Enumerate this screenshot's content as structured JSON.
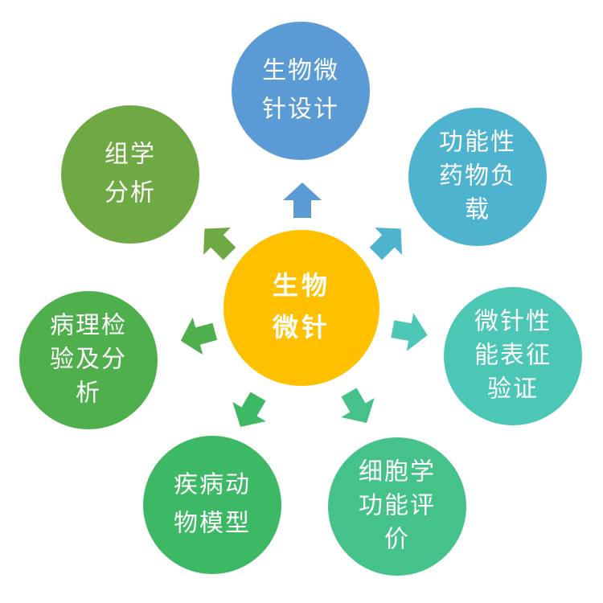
{
  "center": {
    "lines": [
      "生物",
      "微针"
    ],
    "color": "#FFC000"
  },
  "nodes": [
    {
      "id": "microneedle-design",
      "lines": [
        "生物微",
        "针设计"
      ],
      "color": "#5B9BD5"
    },
    {
      "id": "functional-drug-loading",
      "lines": [
        "功能性",
        "药物负",
        "载"
      ],
      "color": "#4EB3CF"
    },
    {
      "id": "performance-characterization",
      "lines": [
        "微针性",
        "能表征",
        "验证"
      ],
      "color": "#4CC7B6"
    },
    {
      "id": "cell-function-evaluation",
      "lines": [
        "细胞学",
        "功能评",
        "价"
      ],
      "color": "#44C28A"
    },
    {
      "id": "disease-animal-model",
      "lines": [
        "疾病动",
        "物模型"
      ],
      "color": "#3DB865"
    },
    {
      "id": "pathology-analysis",
      "lines": [
        "病理检",
        "验及分",
        "析"
      ],
      "color": "#4FAF4C"
    },
    {
      "id": "histology-analysis",
      "lines": [
        "组学",
        "分析"
      ],
      "color": "#6EA944"
    }
  ]
}
